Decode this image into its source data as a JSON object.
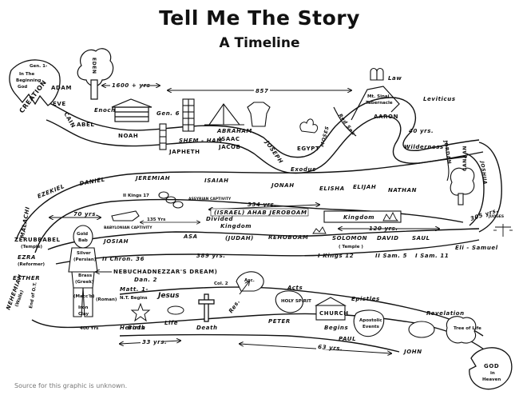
{
  "header": {
    "title": "Tell Me The Story",
    "subtitle": "A Timeline"
  },
  "source_note": "Source for this graphic is unknown.",
  "band1": {
    "genesis": "Gen. 1-",
    "in_the": "In The",
    "beginning": "Beginning",
    "god": "God",
    "creation": "CREATION",
    "adam": "ADAM",
    "eve": "EVE",
    "cain": "CAIN",
    "abel": "ABEL",
    "eden": "EDEN",
    "enoch": "Enoch",
    "noah": "NOAH",
    "gen6": "Gen. 6",
    "shem_ham": "SHEM - HAM",
    "japheth": "JAPHETH",
    "abraham": "ABRAHAM",
    "isaac": "ISAAC",
    "jacob": "JACOB",
    "joseph": "JOSEPH",
    "egypt": "EGYPT",
    "moses": "MOSES",
    "red_sea": "Red Sea",
    "exodus": "Exodus",
    "law": "Law",
    "mt_sinai": "Mt. Sinai",
    "tabernacle": "Tabernacle",
    "aaron": "AARON",
    "leviticus": "Leviticus",
    "wilderness": "Wilderness",
    "forty_yrs": "40 yrs.",
    "jordan": "JORDAN",
    "joshua": "JOSHUA",
    "canaan": "CANAAN",
    "span_1600": "1600 + yrs",
    "span_857": "857"
  },
  "band2": {
    "malachi": "MALACHI",
    "ezekiel": "EZEKIEL",
    "daniel": "DANIEL",
    "jeremiah": "JEREMIAH",
    "isaiah": "ISAIAH",
    "jonah": "JONAH",
    "elisha": "ELISHA",
    "elijah": "ELIJAH",
    "nathan": "NATHAN",
    "ii_kings17": "II Kings 17",
    "assyrian": "ASSYRIAN CAPTIVITY",
    "span_334": "334 yrs.",
    "israel_ahab": "(ISRAEL) AHAB JEROBOAM",
    "divided": "Divided",
    "kingdom_d": "Kingdom",
    "kingdom": "Kingdom",
    "seventy": "70 yrs.",
    "span_135": "135 Yrs",
    "span_120": "120 yrs.",
    "span_305": "305 yrs.",
    "judges": "JUDGES",
    "babylonian": "BABYLONIAN CAPTIVITY",
    "zerubbabel": "ZERUBBABEL",
    "temple_z": "(Temple)",
    "josiah": "JOSIAH",
    "asa": "ASA",
    "judah": "(JUDAH)",
    "rehoboam": "REHOBOAM",
    "solomon": "SOLOMON",
    "temple_s": "( Temple )",
    "david": "DAVID",
    "saul": "SAUL",
    "eli_samuel": "Eli - Samuel",
    "ezra": "EZRA",
    "reformer": "(Reformer)",
    "esther": "ESTHER",
    "nehemiah": "NEHEMIAH",
    "walls": "(Walls)",
    "ii_chron36": "II Chron. 36",
    "span_389": "389 yrs.",
    "i_kings12": "I Kings 12",
    "ii_sam5": "II Sam. 5",
    "i_sam11": "I Sam. 11",
    "gold": "Gold",
    "bab": "Bab",
    "silver": "Silver",
    "persian": "(Persian)",
    "brass": "Brass",
    "greek": "(Greek)",
    "maccb": "(Macc'b)",
    "iron": "Iron",
    "clay": "Clay",
    "roman": "(Roman)",
    "nebuchadnezzar": "NEBUCHADNEZZAR'S DREAM)",
    "dan2": "Dan. 2",
    "end_ot": "End of O.T.",
    "span_400": "400 Yrs"
  },
  "band3": {
    "matt1": "Matt. 1-",
    "nt_begins": "N.T. Begins",
    "jesus": "Jesus",
    "col2": "Col. 2",
    "asc": "Asc.",
    "acts": "Acts",
    "holy_spirit": "HOLY SPIRIT",
    "epistles": "Epistles",
    "church": "CHURCH",
    "begins": "Begins",
    "apostolic": "Apostolic",
    "events": "Events",
    "revelation": "Revelation",
    "tree_of_life": "Tree of Life",
    "herods": "Herods",
    "birth": "Birth",
    "life": "Life",
    "death": "Death",
    "res": "Res.",
    "peter": "PETER",
    "paul": "PAUL",
    "john": "JOHN",
    "span_33": "33 yrs.",
    "span_63": "63 yrs.",
    "god_heaven_1": "GOD",
    "god_heaven_2": "in",
    "god_heaven_3": "Heaven"
  }
}
